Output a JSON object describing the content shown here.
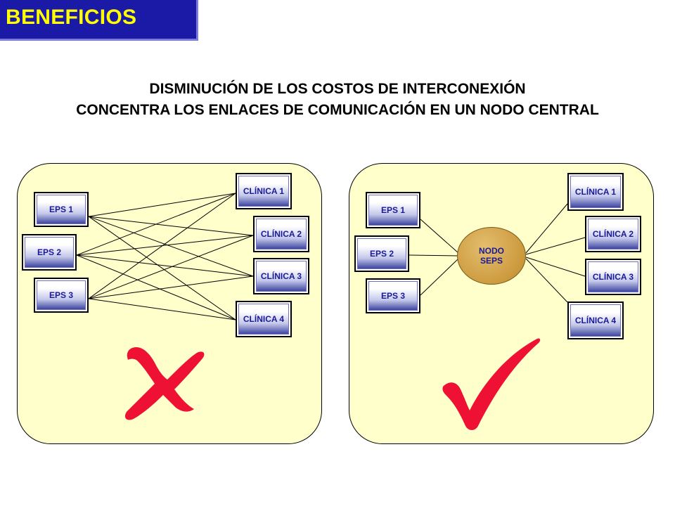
{
  "badge": {
    "label": "BENEFICIOS"
  },
  "heading": {
    "line1": "DISMINUCIÓN DE LOS COSTOS DE INTERCONEXIÓN",
    "line2": "CONCENTRA LOS ENLACES DE COMUNICACIÓN EN UN NODO CENTRAL"
  },
  "left_panel": {
    "eps": [
      "EPS 1",
      "EPS 2",
      "EPS 3"
    ],
    "clinicas": [
      "CLÍNICA 1",
      "CLÍNICA 2",
      "CLÍNICA 3",
      "CLÍNICA 4"
    ],
    "mark": "cross-icon"
  },
  "right_panel": {
    "eps": [
      "EPS 1",
      "EPS 2",
      "EPS 3"
    ],
    "clinicas": [
      "CLÍNICA 1",
      "CLÍNICA 2",
      "CLÍNICA 3",
      "CLÍNICA 4"
    ],
    "hub": {
      "line1": "NODO",
      "line2": "SEPS"
    },
    "mark": "checkmark-icon"
  },
  "colors": {
    "badge_bg": "#1a1aa6",
    "badge_text": "#ffff00",
    "panel_bg": "#ffffcc",
    "node_text": "#1a1a99",
    "hub": "#cc9a3e",
    "mark": "#ee1133"
  }
}
